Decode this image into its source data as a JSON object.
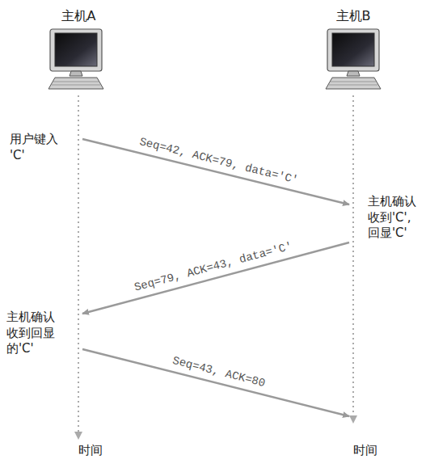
{
  "diagram": {
    "nodes": [
      {
        "text": [
          "主机A"
        ]
      },
      {
        "text": [
          "主机B"
        ]
      }
    ],
    "edges": [
      {
        "from": 0,
        "to": 1,
        "arrow": "to",
        "label": "Seq=42, ACK=79, data='C'"
      },
      {
        "from": 1,
        "to": 0,
        "arrow": "to",
        "label": "Seq=79, ACK=43, data='C'"
      },
      {
        "from": 0,
        "to": 1,
        "arrow": "to",
        "label": "Seq=43, ACK=80"
      }
    ],
    "labels": [
      "用户键入 'C'",
      "主机确认 收到'C', 回显'C'",
      "主机确认 收到回显 的'C'",
      "时间",
      "时间"
    ]
  }
}
